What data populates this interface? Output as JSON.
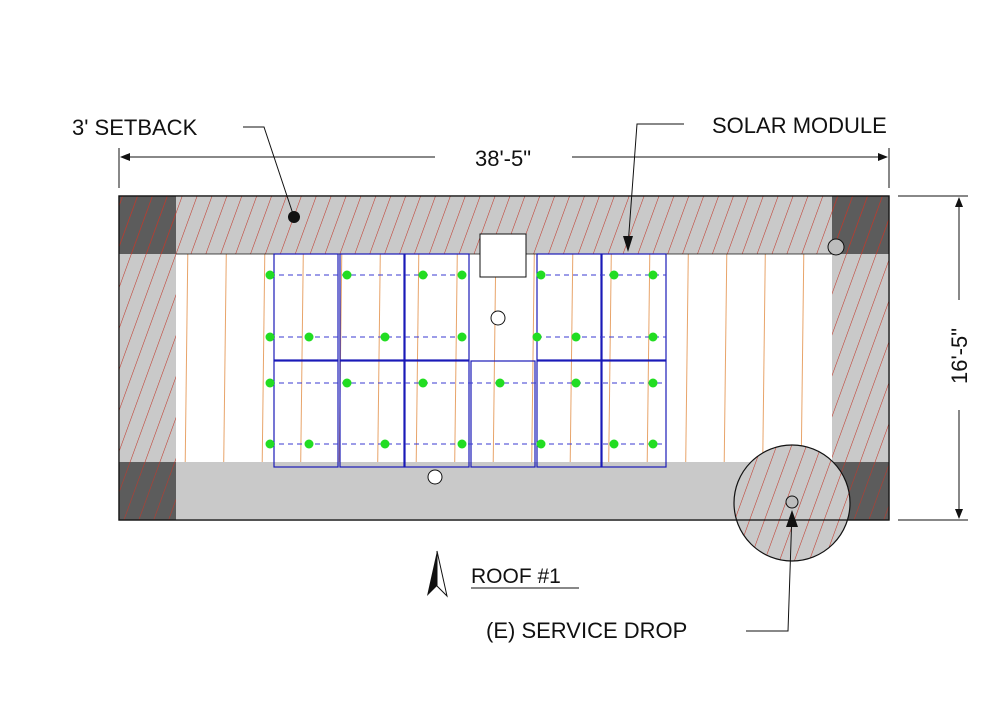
{
  "labels": {
    "setback": "3' SETBACK",
    "solar_module": "SOLAR MODULE",
    "width_dim": "38'-5\"",
    "height_dim": "16'-5\"",
    "roof_title": "ROOF #1",
    "service_drop": "(E) SERVICE DROP"
  },
  "array": {
    "rows": 2,
    "columns": 6,
    "module_count": 11,
    "blank_slot": "row 1, column 4 (vent/obstruction)"
  },
  "icons": {
    "north": "north-arrow-icon",
    "vent": "roof-vent-icon",
    "service": "service-drop-icon"
  },
  "colors": {
    "setback_hatch": "#c0392b",
    "setback_fill": "#c9c9c9",
    "corner_fill": "#5c5c5c",
    "module_outline": "#1a1ab8",
    "attachment_dot": "#22dd22",
    "rafter": "#e8a46a",
    "rail": "#3a3ad0",
    "line": "#111111"
  }
}
